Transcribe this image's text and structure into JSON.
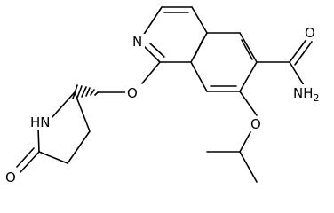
{
  "structure": {
    "atom_labels": {
      "ring_n": "N",
      "ether_o1": "O",
      "ether_o2": "O",
      "carbonyl_o_amide": "O",
      "amide_n": "NH",
      "amide_n_sub": "2",
      "lactam_nh": "HN",
      "lactam_o": "O"
    },
    "colors": {
      "bond": "#000000",
      "label": "#000000",
      "background": "#ffffff"
    }
  }
}
